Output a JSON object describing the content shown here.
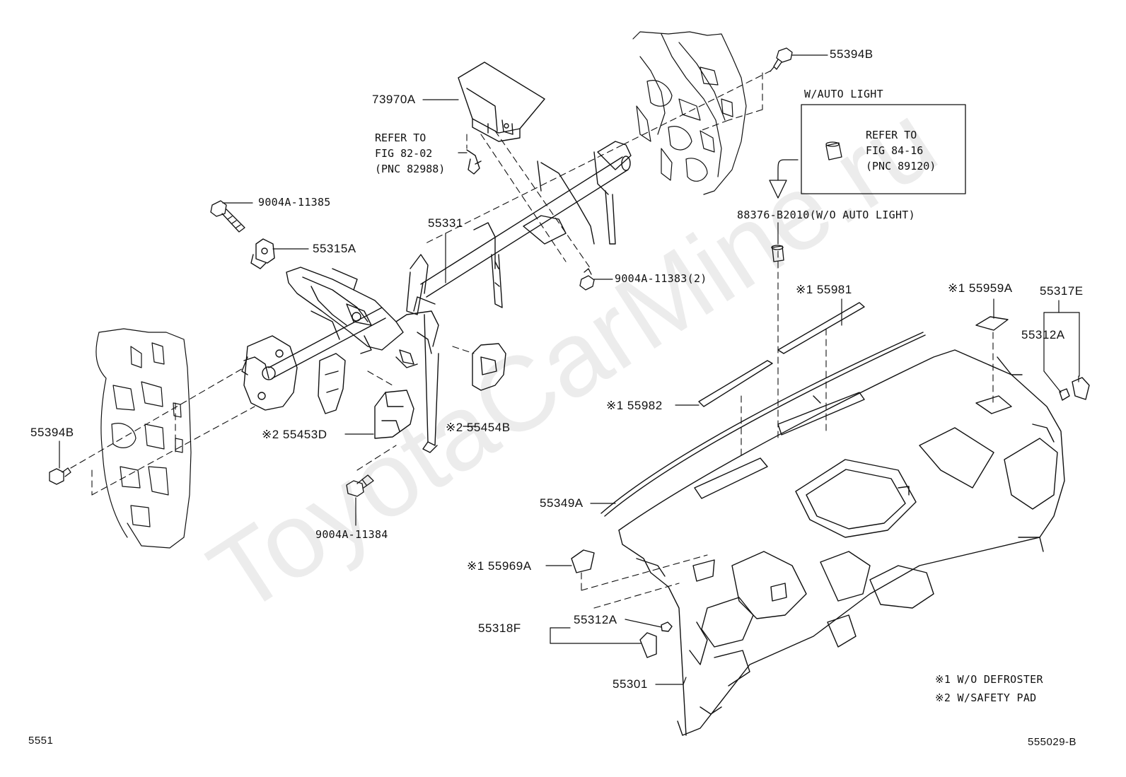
{
  "watermark": "ToyotaCarMine.ru",
  "footer": {
    "left_code": "5551",
    "right_code": "555029-B"
  },
  "inset_box": {
    "title": "W/AUTO LIGHT",
    "refer": "REFER TO\nFIG 84-16\n(PNC 89120)"
  },
  "refer_note": "REFER TO\nFIG 82-02\n(PNC 82988)",
  "labels": {
    "p55394B_top": "55394B",
    "p73970A": "73970A",
    "p9004A_11385": "9004A-11385",
    "p55315A": "55315A",
    "p55331": "55331",
    "p9004A_11383": "9004A-11383(2)",
    "p88376": "88376-B2010(W/O AUTO LIGHT)",
    "p55981": "※1 55981",
    "p55959A": "※1 55959A",
    "p55317E": "55317E",
    "p55312A_right": "55312A",
    "p55394B_left": "55394B",
    "p55453D": "※2 55453D",
    "p55454B": "※2 55454B",
    "p55982": "※1 55982",
    "p9004A_11384": "9004A-11384",
    "p55349A": "55349A",
    "p55969A": "※1 55969A",
    "p55318F": "55318F",
    "p55312A_lower": "55312A",
    "p55301": "55301"
  },
  "legend": [
    "※1 W/O DEFROSTER",
    "※2 W/SAFETY PAD"
  ]
}
